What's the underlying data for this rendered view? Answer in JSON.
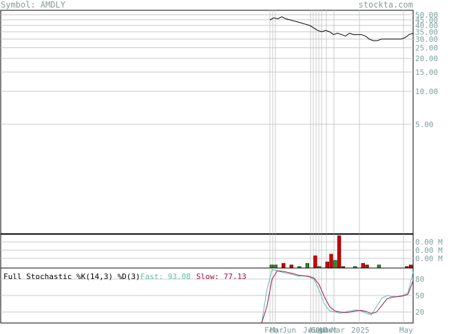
{
  "header": {
    "symbol_label": "Symbol: AMDLY",
    "site": "stockta.com"
  },
  "colors": {
    "frame": "#000000",
    "grid": "#c8c8c8",
    "axis_text": "#7f9f9f",
    "price": "#000000",
    "volume_up": "#2e8b2e",
    "volume_down": "#cc0000",
    "fast_line": "#5fbfaf",
    "slow_line": "#a0104a"
  },
  "chart_data": [
    {
      "type": "line",
      "panel": "price",
      "scale": "log",
      "ylim": [
        0.5,
        55
      ],
      "y_ticks": [
        5,
        10,
        15,
        20,
        25,
        30,
        35,
        40,
        45,
        50
      ],
      "y_tick_labels": [
        "5.00",
        "10.00",
        "15.00",
        "20.00",
        "25.00",
        "30.00",
        "35.00",
        "40.00",
        "45.00",
        "50.00"
      ],
      "x_labels": [
        "Feb",
        "Mar",
        "Jun",
        "Jul",
        "Aug",
        "Sep",
        "Oct",
        "Nov",
        "Dec",
        "Mar",
        "2025",
        "May"
      ],
      "series": [
        {
          "values": [
            45,
            47,
            46,
            48,
            46,
            45,
            44,
            43,
            42,
            41,
            40,
            38,
            36,
            35,
            36,
            35,
            33,
            34,
            33,
            32,
            34,
            33,
            33,
            33,
            32,
            30,
            29,
            29,
            30,
            30,
            30,
            30,
            30,
            30,
            31,
            33,
            34
          ]
        }
      ]
    },
    {
      "type": "bar",
      "panel": "volume",
      "y_tick_labels": [
        "0.00 M",
        "0.00 M",
        "0.00 M"
      ],
      "values": [
        2,
        2,
        0,
        3,
        0,
        2,
        0,
        1,
        0,
        3,
        0,
        8,
        1,
        0,
        4,
        9,
        5,
        21,
        1,
        0,
        0,
        1,
        0,
        3,
        2,
        0,
        0,
        2,
        0,
        0,
        0,
        0,
        0,
        0,
        1,
        2
      ],
      "up": [
        true,
        true,
        false,
        false,
        false,
        false,
        false,
        true,
        false,
        true,
        false,
        false,
        true,
        false,
        false,
        false,
        true,
        false,
        false,
        false,
        false,
        true,
        false,
        false,
        false,
        false,
        false,
        true,
        false,
        false,
        false,
        false,
        false,
        false,
        false,
        false
      ]
    },
    {
      "type": "line",
      "panel": "stochastic",
      "title": "Full Stochastic %K(14,3) %D(3)",
      "fast_label": "Fast: 93.08",
      "slow_label": "Slow: 77.13",
      "ylim": [
        0,
        100
      ],
      "y_ticks": [
        20,
        50,
        80
      ],
      "series": [
        {
          "name": "Fast",
          "values": [
            0,
            60,
            97,
            95,
            92,
            90,
            88,
            85,
            86,
            84,
            80,
            60,
            35,
            22,
            20,
            18,
            20,
            22,
            24,
            22,
            18,
            15,
            30,
            45,
            50,
            48,
            48,
            50,
            55,
            93
          ]
        },
        {
          "name": "Slow",
          "values": [
            0,
            30,
            80,
            95,
            94,
            92,
            90,
            87,
            86,
            85,
            82,
            70,
            48,
            30,
            22,
            20,
            19,
            20,
            22,
            23,
            21,
            17,
            20,
            32,
            44,
            47,
            48,
            49,
            52,
            77
          ]
        }
      ]
    }
  ]
}
